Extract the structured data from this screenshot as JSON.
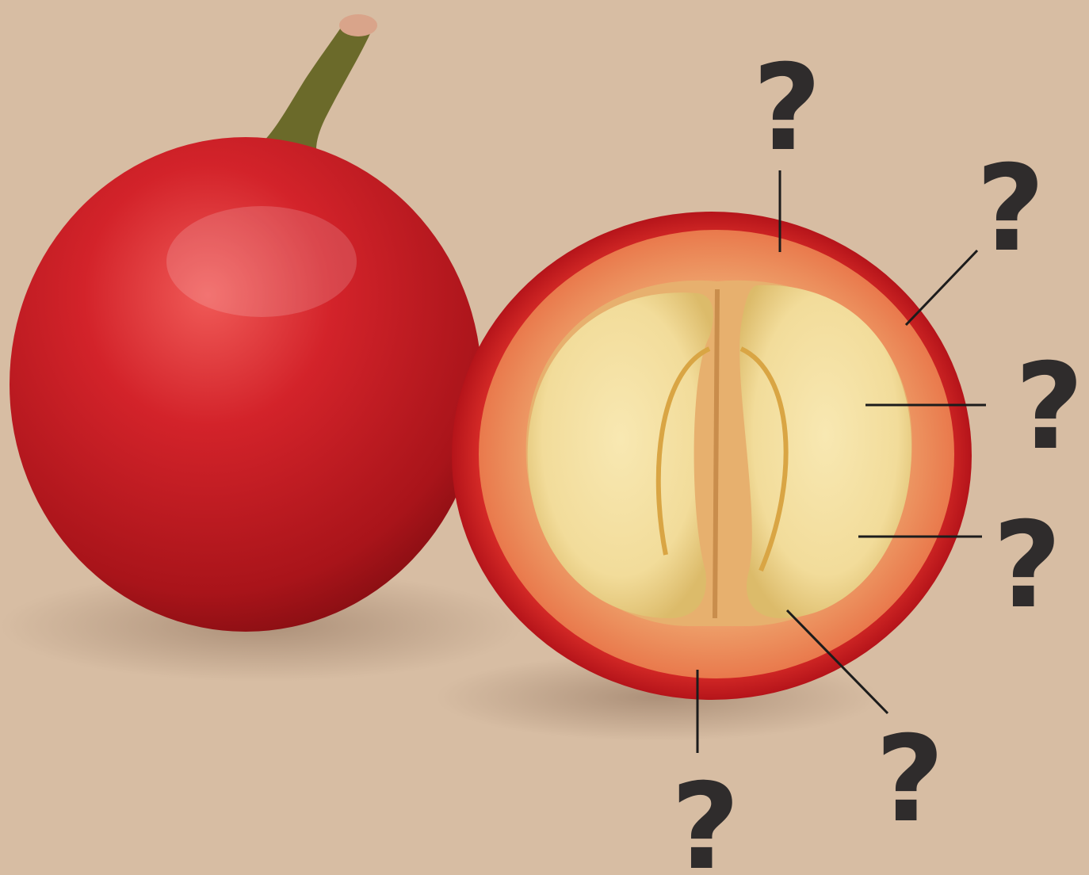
{
  "colors": {
    "background": "#d7bda3",
    "skin": "#c4161c",
    "pulp": "#eea06a",
    "seed": "#f2dc9a",
    "label_text": "#2f2c2c",
    "stem": "#6b6a2a"
  },
  "labels": [
    {
      "id": "top",
      "text": "?"
    },
    {
      "id": "upper-right",
      "text": "?"
    },
    {
      "id": "right-middle",
      "text": "?"
    },
    {
      "id": "right-lower",
      "text": "?"
    },
    {
      "id": "bottom-right",
      "text": "?"
    },
    {
      "id": "bottom",
      "text": "?"
    }
  ]
}
